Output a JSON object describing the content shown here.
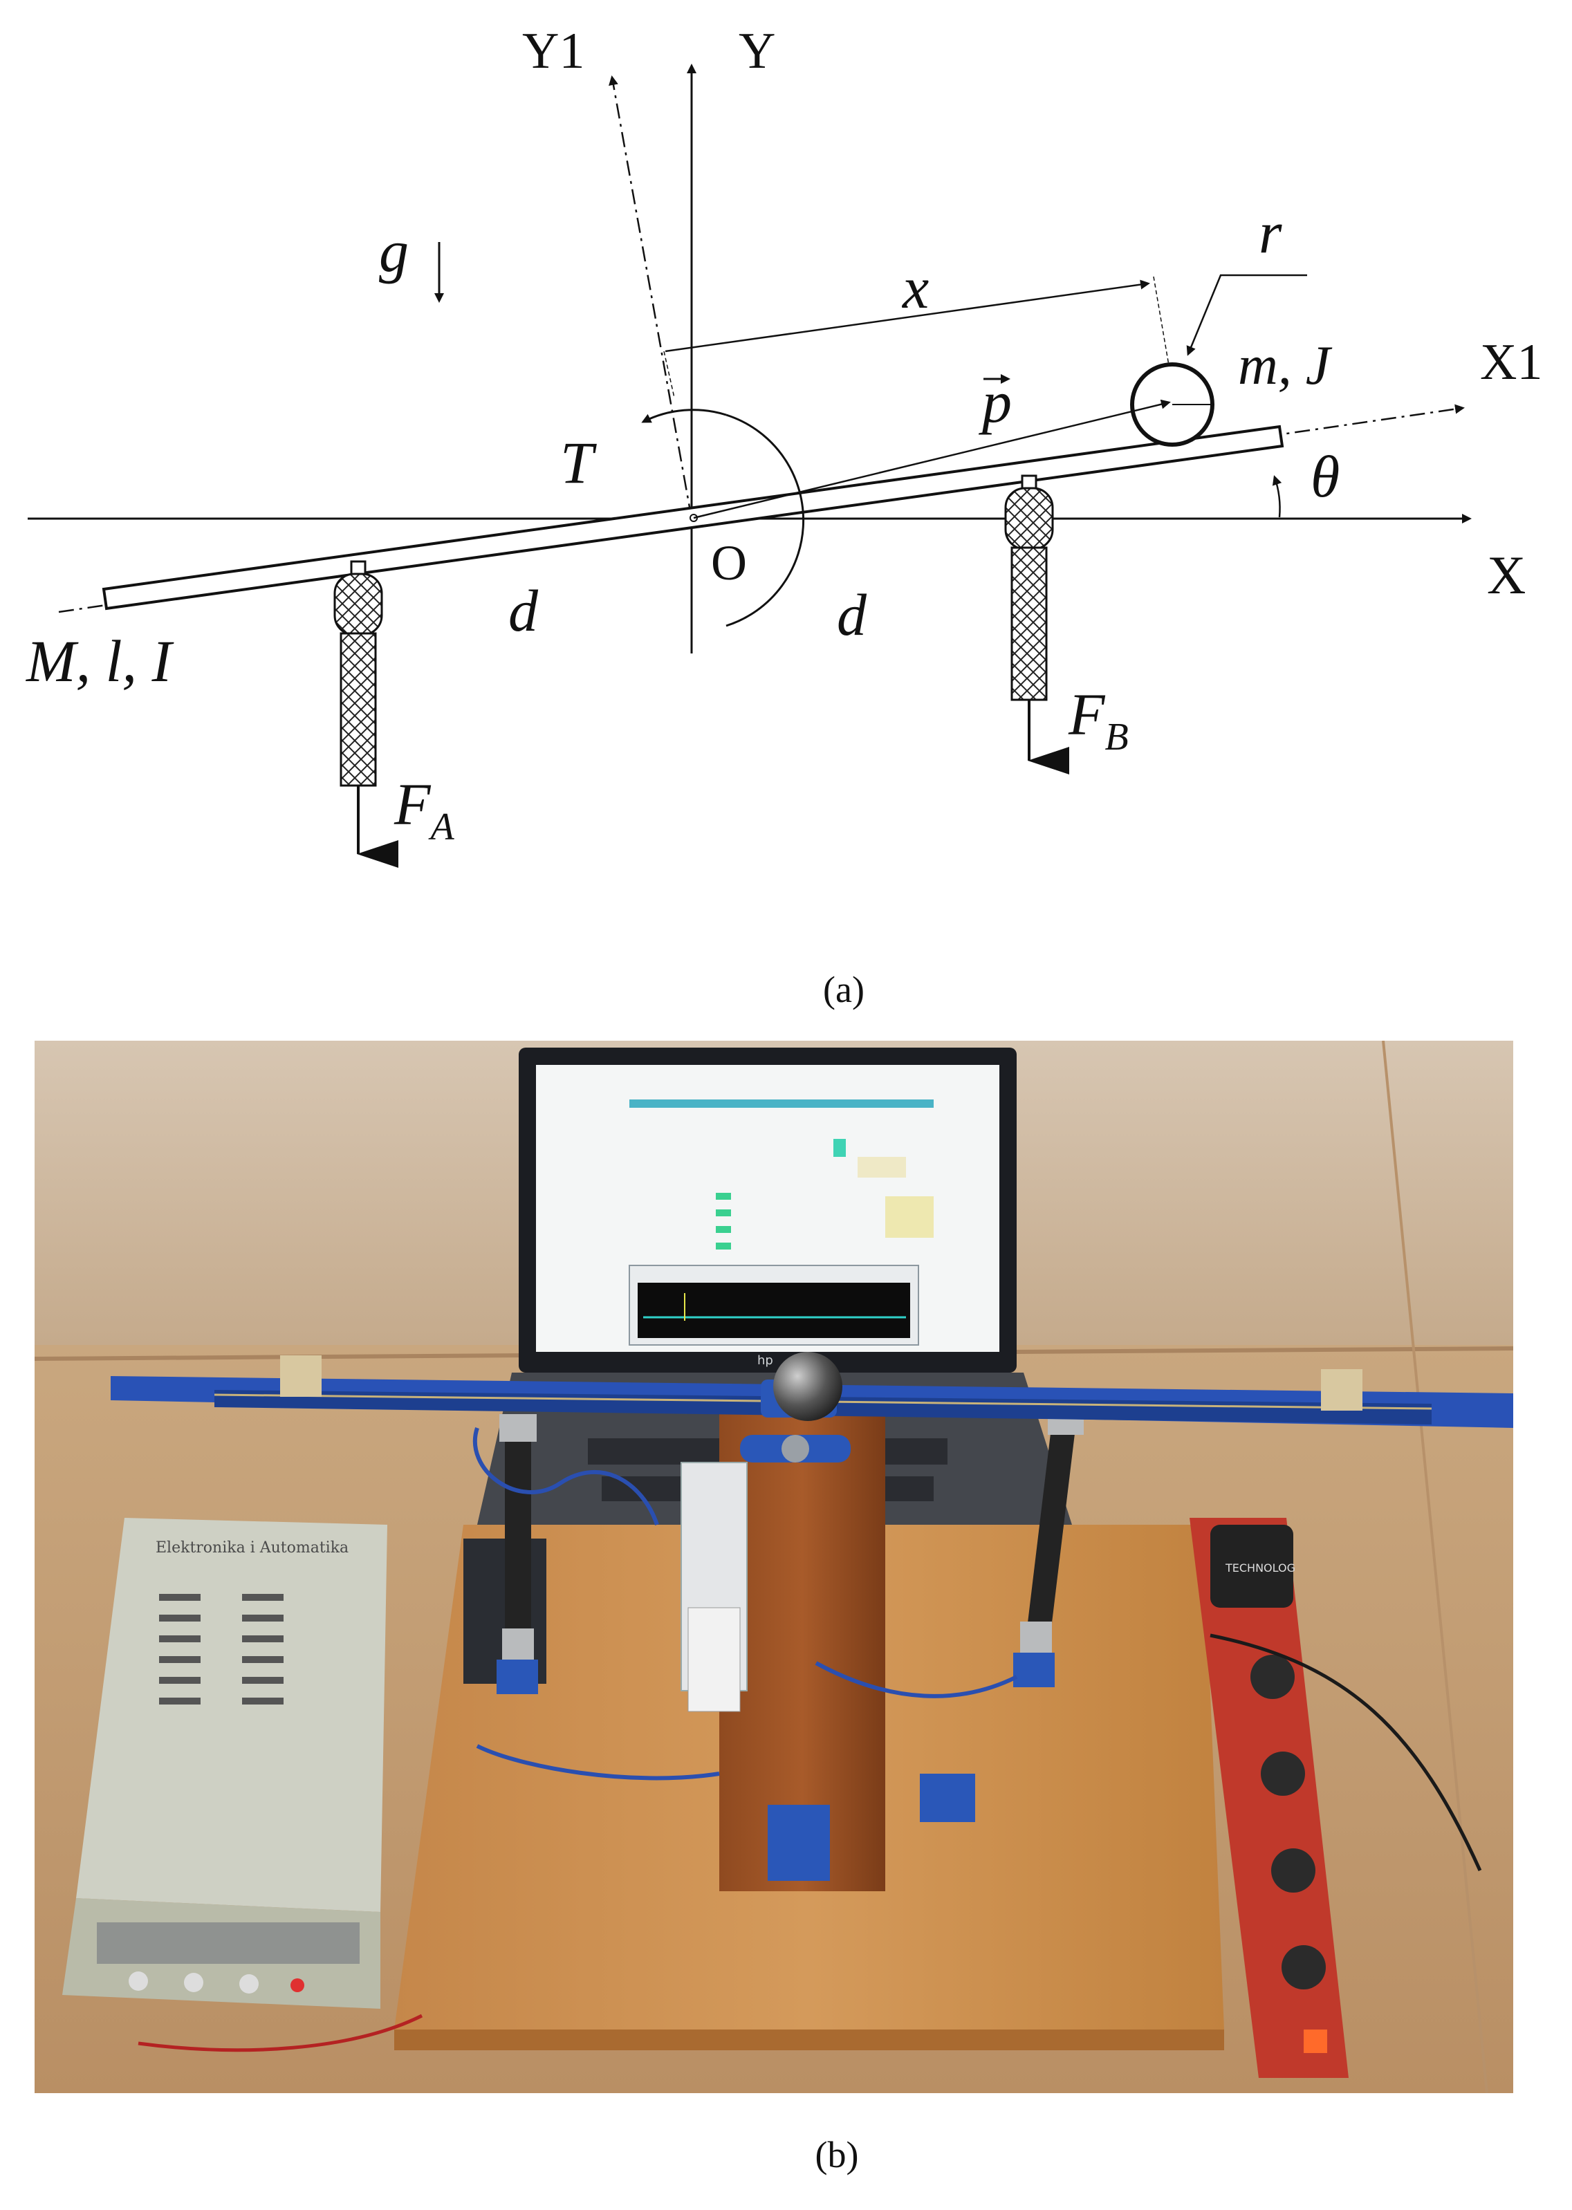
{
  "figure": {
    "panel_a": {
      "caption": "(a)",
      "axis_labels": {
        "y": "Y",
        "y1": "Y1",
        "x": "X",
        "x1": "X1"
      },
      "symbols": {
        "gravity": "g",
        "position": "x",
        "radius": "r",
        "ball": "m, J",
        "vector": "p",
        "torque": "T",
        "angle": "θ",
        "origin": "O",
        "distance_left": "d",
        "distance_right": "d",
        "beam": "M, l, I",
        "force_a": "F",
        "force_a_sub": "A",
        "force_b": "F",
        "force_b_sub": "B"
      }
    },
    "panel_b": {
      "caption": "(b)",
      "laptop_brand": "hp",
      "psu_label": "Elektronika i Automatika",
      "adapter_label": "TECHNOLOG"
    }
  }
}
